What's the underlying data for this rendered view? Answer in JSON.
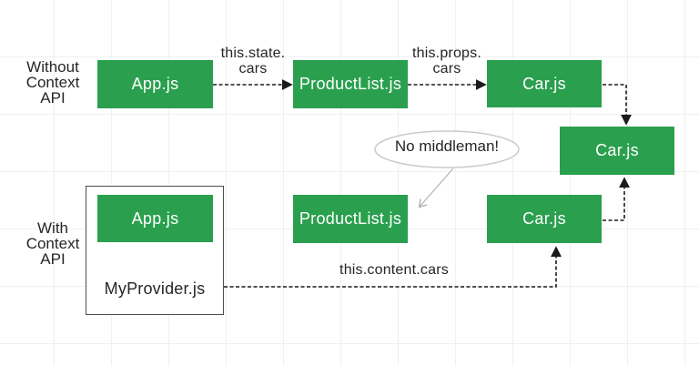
{
  "colors": {
    "background": "#ffffff",
    "grid_line": "#f0f0f0",
    "node_fill": "#2aa04e",
    "node_text": "#ffffff",
    "label_text": "#262626",
    "connector": "#1b1b1b",
    "provider_border": "#4d4d4d",
    "callout_border": "#cbcbcb",
    "callout_tail": "#b5b5b5"
  },
  "sections": {
    "without": {
      "label_lines": [
        "Without",
        "Context",
        "API"
      ]
    },
    "with": {
      "label_lines": [
        "With",
        "Context",
        "API"
      ]
    }
  },
  "nodes": {
    "app_without": "App.js",
    "productlist_without": "ProductList.js",
    "car_without": "Car.js",
    "car_child": "Car.js",
    "app_with": "App.js",
    "myprovider": "MyProvider.js",
    "productlist_with": "ProductList.js",
    "car_with": "Car.js"
  },
  "edge_labels": {
    "state": [
      "this.state.",
      "cars"
    ],
    "props": [
      "this.props.",
      "cars"
    ],
    "content": "this.content.cars"
  },
  "callout": {
    "text": "No middleman!"
  }
}
